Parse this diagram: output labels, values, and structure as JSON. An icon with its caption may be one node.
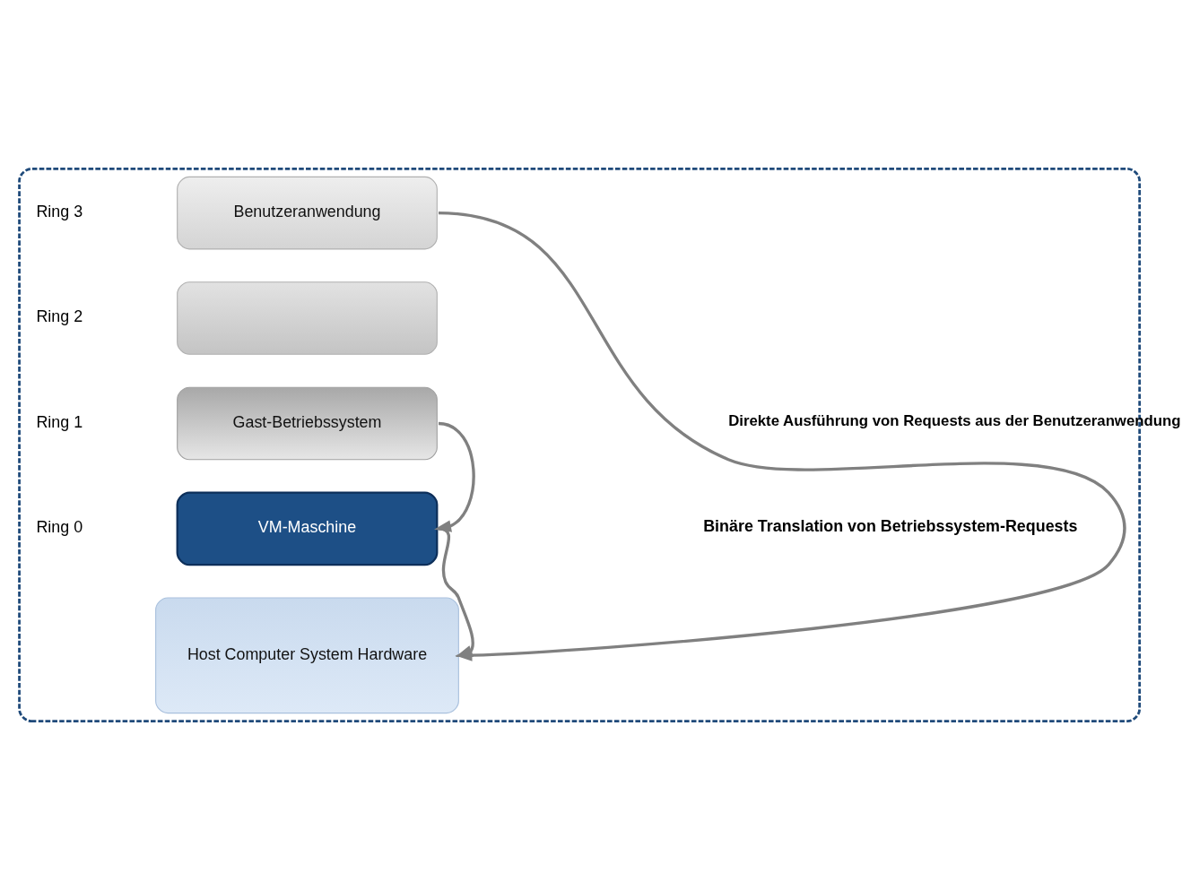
{
  "diagram": {
    "nodes": [
      {
        "text": [],
        "shape": "box"
      },
      {
        "text": [
          "Benutzeranwendung"
        ],
        "in": 0
      },
      {
        "text": [],
        "shape": "box",
        "in": 0
      },
      {
        "text": [
          "Gast-Betriebssystem"
        ],
        "in": 0
      },
      {
        "text": [
          "VM-Maschine"
        ],
        "in": 0
      },
      {
        "text": [
          "Host Computer System Hardware"
        ],
        "in": 0
      }
    ],
    "edges": [
      {
        "from": 1,
        "to": 5,
        "arrow": "to",
        "label": "Direkte Ausführung von Requests aus der Benutzeranwendung"
      },
      {
        "from": 3,
        "to": 4,
        "arrow": "to"
      },
      {
        "from": 4,
        "to": 5,
        "arrow": "to"
      }
    ],
    "labels": [
      "Ring 3",
      "Ring 2",
      "Ring 1",
      "Ring 0",
      "Binäre Translation von Betriebssystem-Requests"
    ]
  }
}
